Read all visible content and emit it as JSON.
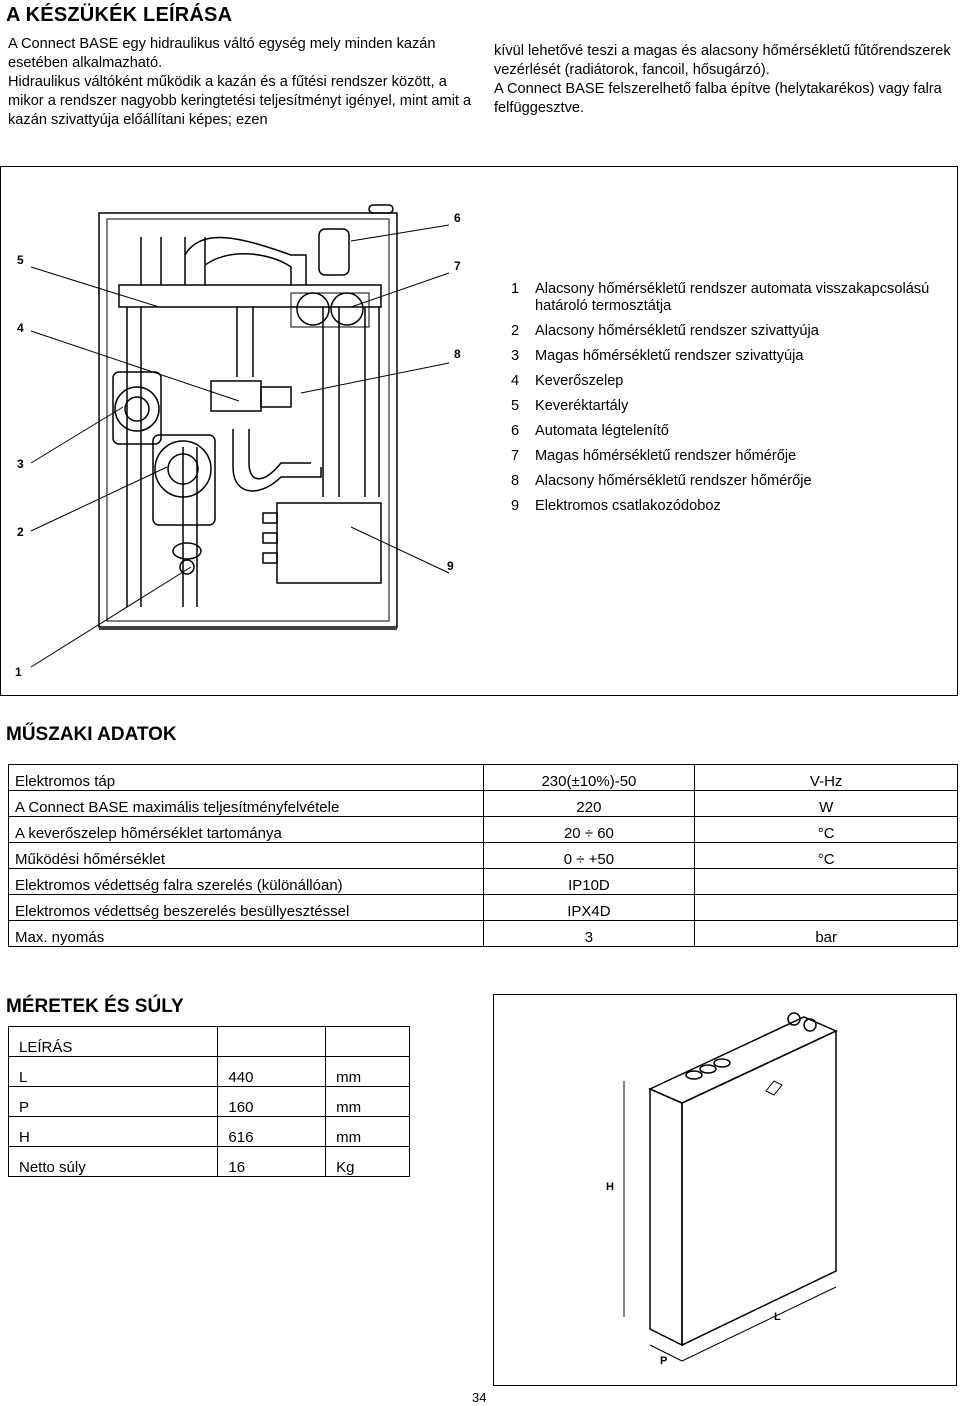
{
  "section1": {
    "title": "A KÉSZÜKÉK LEÍRÁSA",
    "paragraph1": "A Connect BASE egy hidraulikus váltó egység mely minden kazán esetében alkalmazható.",
    "paragraph2": "Hidraulikus váltóként működik a kazán és a fűtési rendszer között, a mikor a rendszer nagyobb keringtetési teljesítményt igényel, mint amit a kazán szivattyúja előállítani képes; ezen",
    "paragraph3": "kívül lehetővé teszi a magas és alacsony hőmérsékletű fűtőrendszerek vezérlését (radiátorok, fancoil, hősugárzó).",
    "paragraph4": "A Connect BASE felszerelhető falba építve (helytakarékos) vagy falra felfüggesztve."
  },
  "diagram": {
    "callouts": [
      "1",
      "2",
      "3",
      "4",
      "5",
      "6",
      "7",
      "8",
      "9"
    ],
    "legend": [
      {
        "n": "1",
        "text": "Alacsony hőmérsékletű rendszer automata visszakapcsolású határoló termosztátja"
      },
      {
        "n": "2",
        "text": "Alacsony hőmérsékletű rendszer szivattyúja"
      },
      {
        "n": "3",
        "text": "Magas hőmérsékletű rendszer szivattyúja"
      },
      {
        "n": "4",
        "text": "Keverőszelep"
      },
      {
        "n": "5",
        "text": "Keveréktartály"
      },
      {
        "n": "6",
        "text": "Automata légtelenítő"
      },
      {
        "n": "7",
        "text": "Magas hőmérsékletű rendszer hőmérője"
      },
      {
        "n": "8",
        "text": "Alacsony hőmérsékletű rendszer hőmérője"
      },
      {
        "n": "9",
        "text": "Elektromos csatlakozódoboz"
      }
    ]
  },
  "section2": {
    "title": "MŰSZAKI ADATOK",
    "rows": [
      [
        "Elektromos táp",
        "230(±10%)-50",
        "V-Hz"
      ],
      [
        "A Connect BASE maximális teljesítményfelvétele",
        "220",
        "W"
      ],
      [
        "A keverőszelep hõmérséklet tartománya",
        "20 ÷ 60",
        "°C"
      ],
      [
        "Működési hőmérséklet",
        "0 ÷ +50",
        "°C"
      ],
      [
        "Elektromos védettség falra szerelés (különállóan)",
        "IP10D",
        ""
      ],
      [
        "Elektromos védettség beszerelés besüllyesztéssel",
        "IPX4D",
        ""
      ],
      [
        "Max. nyomás",
        "3",
        "bar"
      ]
    ]
  },
  "section3": {
    "title": "MÉRETEK ÉS SÚLY",
    "header": [
      "LEÍRÁS",
      "",
      ""
    ],
    "rows": [
      [
        "L",
        "440",
        "mm"
      ],
      [
        "P",
        "160",
        "mm"
      ],
      [
        "H",
        "616",
        "mm"
      ],
      [
        "Netto súly",
        "16",
        "Kg"
      ]
    ],
    "box_labels": {
      "h": "H",
      "l": "L",
      "p": "P"
    }
  },
  "page_number": "34"
}
